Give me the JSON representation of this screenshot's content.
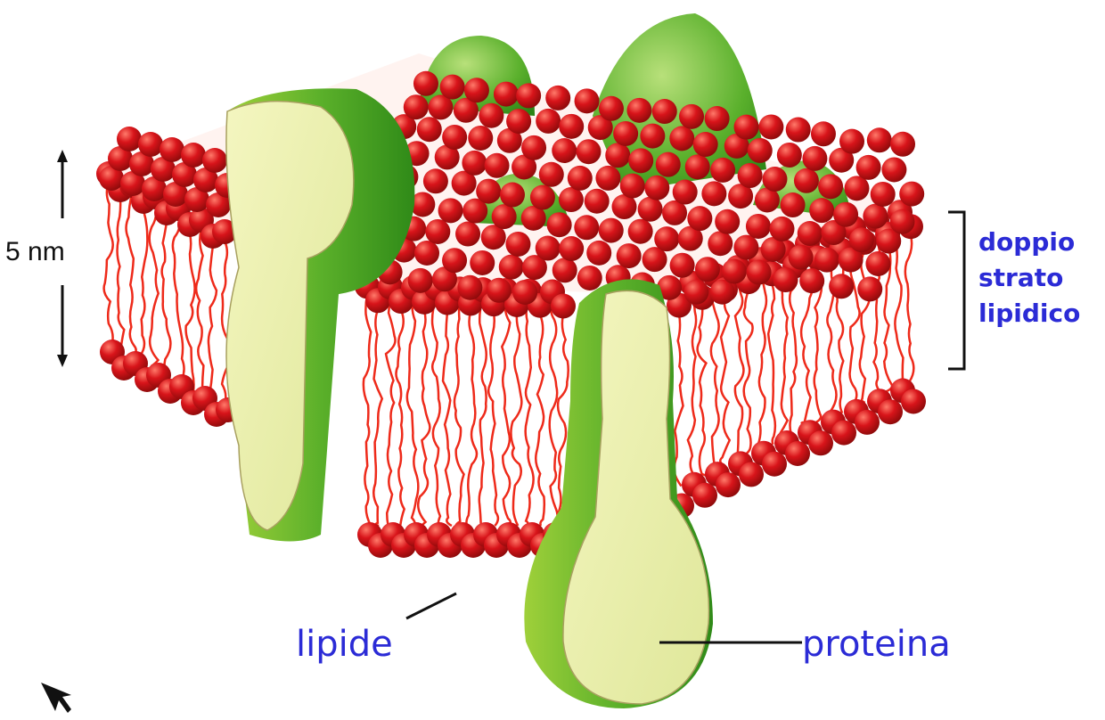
{
  "labels": {
    "scale": "5 nm",
    "bilayer_lines": [
      "doppio",
      "strato",
      "lipidico"
    ],
    "lipid": "lipide",
    "protein": "proteina"
  },
  "colors": {
    "lipid_head": "#cc1010",
    "lipid_head_highlight": "#ff6a5a",
    "lipid_tail": "#ee2a1a",
    "protein_dark": "#3c9a1a",
    "protein_light": "#eef0a8",
    "label_blue": "#2b2bd6",
    "scale_text": "#111111"
  }
}
